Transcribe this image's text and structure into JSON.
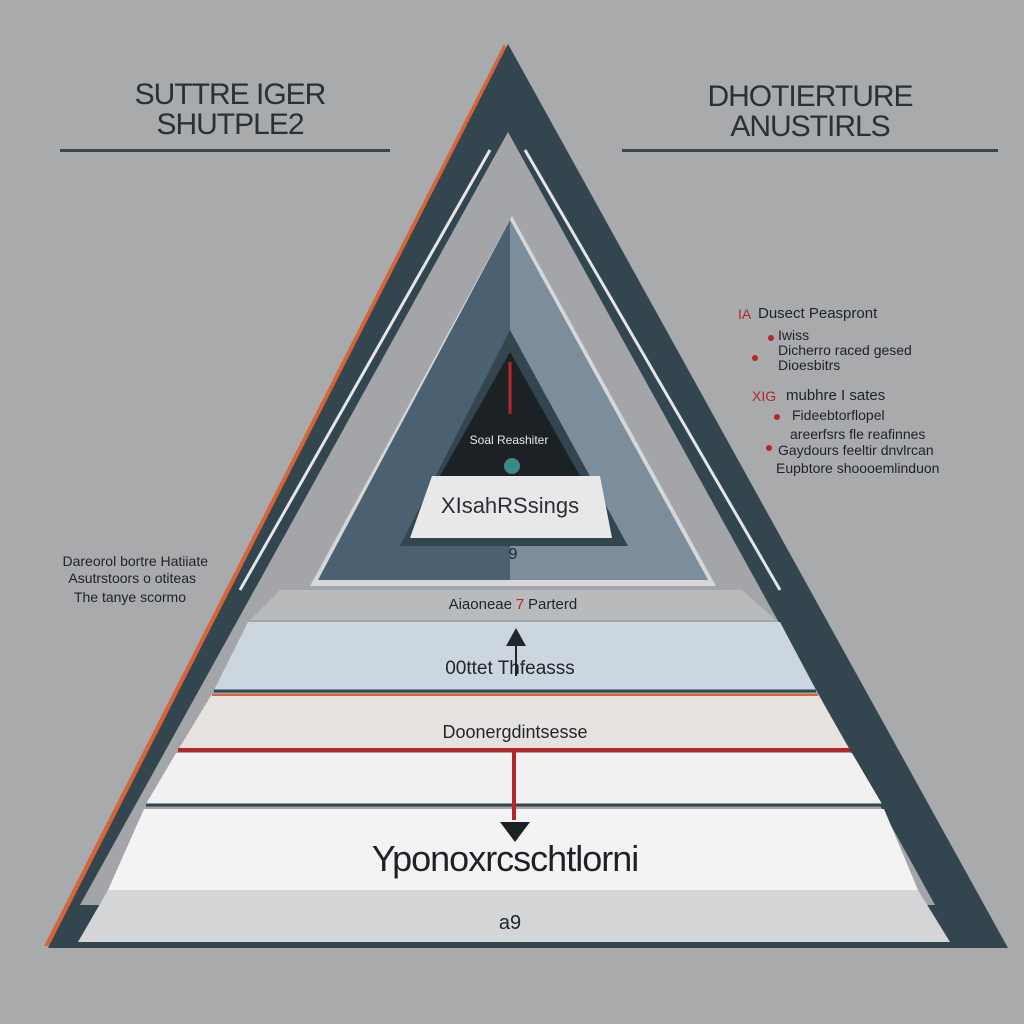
{
  "header_left": {
    "line1": "SUTTRE IGER",
    "line2": "SHUTPLE2"
  },
  "header_right": {
    "line1": "DHOTIERTURE",
    "line2": "ANUSTIRLS"
  },
  "right_notes": {
    "group1": {
      "marker": "IA",
      "title": "Dusect Peaspront",
      "items": [
        "Iwiss",
        "Dicherro raced gesed",
        "Dioesbitrs"
      ]
    },
    "group2": {
      "marker": "XIG",
      "title": "mubhre I sates",
      "items": [
        "Fideebtorflopel",
        "areerfsrs fle reafinnes",
        "Gaydours feeltir dnvlrcan",
        "Eupbtore shoooemlinduon"
      ]
    }
  },
  "left_notes": [
    "Dareorol bortre Hatiiate",
    "Asutrstoors o otiteas",
    "The tanye scormo"
  ],
  "pyramid": {
    "apex_label": "Soal Reashiter",
    "tier2_label": "XIsahRSsings",
    "tier2_sub": "9",
    "band1_label": "Aiaoneae",
    "band1_marker": "7",
    "band1_label_b": "Parterd",
    "band2_label": "00ttet Thfeasss",
    "band3_label": "Doonergdintsesse",
    "band5_label": "Yponoxrcschtlorni",
    "base_label": "a9"
  },
  "colors": {
    "background": "#a9aaac",
    "frame": "#33454f",
    "accent_red": "#b3262a",
    "accent_orange": "#d6643a",
    "slate": "#4b6070",
    "slate_light": "#7c8e9b"
  }
}
